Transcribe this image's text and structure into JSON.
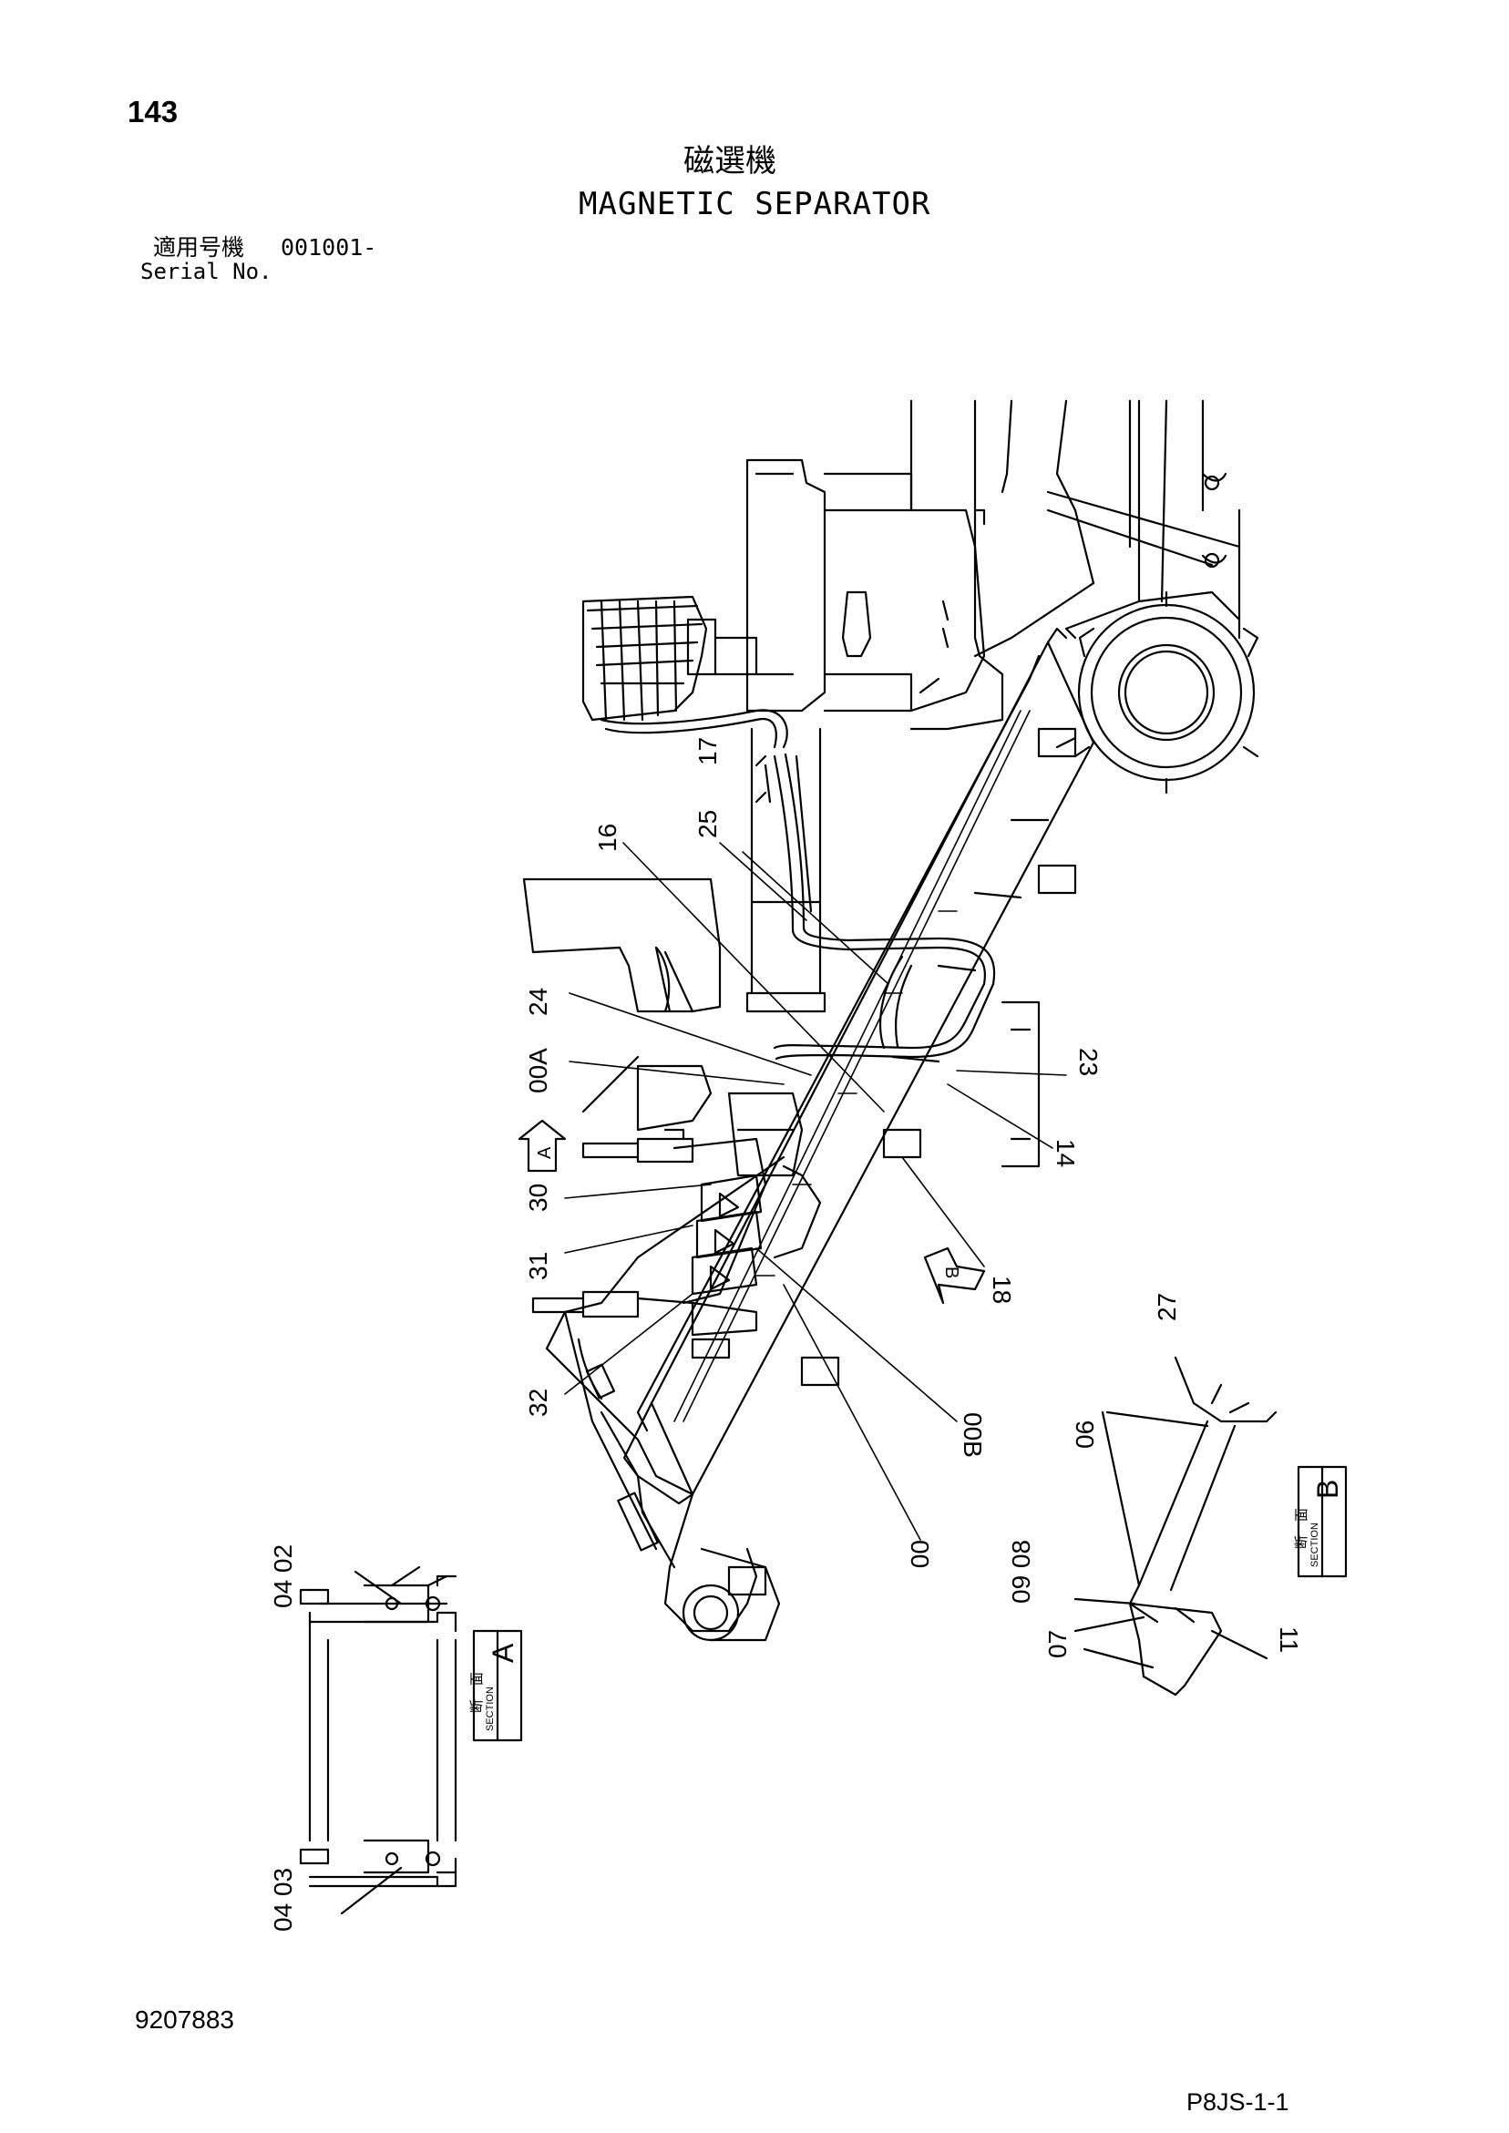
{
  "header": {
    "page_number": "143",
    "title_jp": "磁選機",
    "title_en": "MAGNETIC SEPARATOR",
    "serial_label_jp": "適用号機",
    "serial_range": "001001-",
    "serial_label_en": "Serial No."
  },
  "parts": {
    "p16": "16",
    "p17": "17",
    "p25": "25",
    "p24": "24",
    "p00A": "00A",
    "p23": "23",
    "p14": "14",
    "p30": "30",
    "p31": "31",
    "p18": "18",
    "p32": "32",
    "p00B": "00B",
    "p00": "00",
    "p27": "27",
    "p06": "06",
    "p09_08": "09  08",
    "p07": "07",
    "p11": "11",
    "p04_02": "04  02",
    "p04_03": "04  03"
  },
  "section_a": {
    "kanji_1": "断",
    "kanji_2": "面",
    "word": "SECTION",
    "letter": "A"
  },
  "section_b": {
    "kanji_1": "断",
    "kanji_2": "面",
    "word": "SECTION",
    "letter": "B"
  },
  "view_arrows": {
    "a": "A",
    "b": "B"
  },
  "footer": {
    "document_number": "9207883",
    "page_code": "P8JS-1-1"
  }
}
